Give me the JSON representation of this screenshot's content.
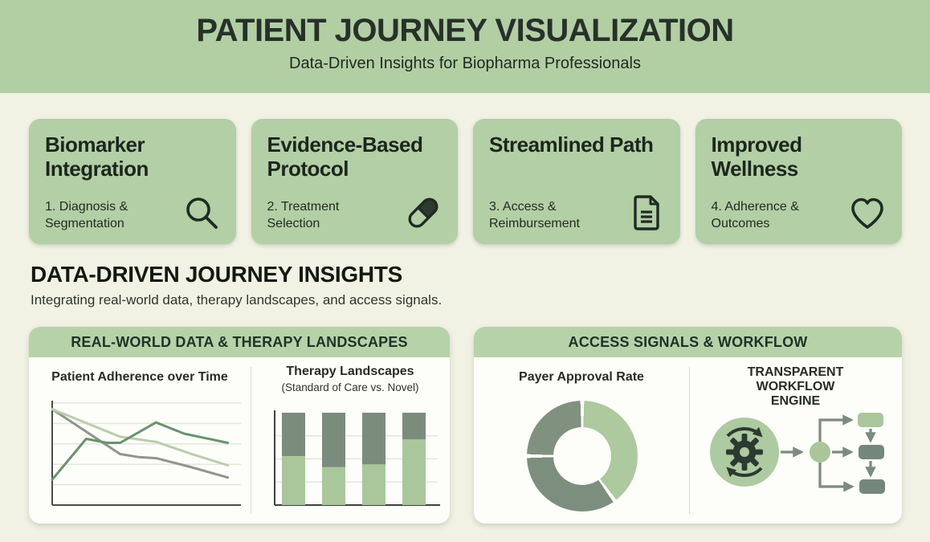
{
  "theme": {
    "page_bg": "#f1f2e4",
    "banner_green": "#b2cfa4",
    "card_green": "#b3cfa5",
    "panel_band_green": "#b6d2a9",
    "panel_bg": "#fdfdfa",
    "ink": "#1d271e",
    "chart_light_green": "#a9c79b",
    "chart_dark_sage": "#7b8c7d",
    "arrow_gray": "#7b8b7e"
  },
  "header": {
    "title": "PATIENT JOURNEY VISUALIZATION",
    "subtitle": "Data-Driven Insights for Biopharma Professionals"
  },
  "cards": [
    {
      "title": "Biomarker Integration",
      "subtitle": "1. Diagnosis & Segmentation",
      "icon": "magnifier-icon"
    },
    {
      "title": "Evidence-Based Protocol",
      "subtitle": "2. Treatment Selection",
      "icon": "pill-icon"
    },
    {
      "title": "Streamlined Path",
      "subtitle": "3. Access & Reimbursement",
      "icon": "document-icon"
    },
    {
      "title": "Improved Wellness",
      "subtitle": "4. Adherence & Outcomes",
      "icon": "heart-icon"
    }
  ],
  "section": {
    "title": "DATA-DRIVEN JOURNEY INSIGHTS",
    "subtitle": "Integrating real-world data, therapy landscapes, and access signals."
  },
  "panels": [
    {
      "header": "REAL-WORLD DATA & THERAPY LANDSCAPES"
    },
    {
      "header": "ACCESS SIGNALS & WORKFLOW"
    }
  ],
  "chart_data": [
    {
      "type": "line",
      "title": "Patient Adherence over Time",
      "xlabel": "",
      "ylabel": "",
      "x_range": [
        0,
        100
      ],
      "ylim": [
        0,
        100
      ],
      "grid": true,
      "grid_values": [
        20,
        40,
        60,
        80,
        100
      ],
      "axis_labels_shown": false,
      "series": [
        {
          "name": "series-gray",
          "color": "#90948f",
          "points": [
            [
              0,
              94
            ],
            [
              36,
              50
            ],
            [
              46,
              47
            ],
            [
              55,
              46
            ],
            [
              74,
              37
            ],
            [
              93,
              27
            ]
          ]
        },
        {
          "name": "series-light-green",
          "color": "#b9cdaa",
          "points": [
            [
              0,
              94
            ],
            [
              36,
              67
            ],
            [
              55,
              62
            ],
            [
              74,
              50
            ],
            [
              93,
              39
            ]
          ]
        },
        {
          "name": "series-dark-green",
          "color": "#67936c",
          "points": [
            [
              0,
              25
            ],
            [
              18,
              65
            ],
            [
              29,
              61
            ],
            [
              36,
              61
            ],
            [
              55,
              81
            ],
            [
              70,
              70
            ],
            [
              93,
              61
            ]
          ]
        }
      ]
    },
    {
      "type": "bar",
      "stacked": true,
      "title": "Therapy Landscapes",
      "subtitle": "(Standard of Care vs. Novel)",
      "categories": [
        "",
        "",
        "",
        ""
      ],
      "ylim": [
        0,
        100
      ],
      "grid_values": [
        25,
        50,
        75
      ],
      "series": [
        {
          "name": "Novel",
          "color": "#a9c79b",
          "values": [
            53,
            41,
            44,
            71
          ]
        },
        {
          "name": "Standard of Care",
          "color": "#7b8c7d",
          "values": [
            47,
            59,
            56,
            29
          ]
        }
      ]
    },
    {
      "type": "donut",
      "title": "Payer Approval Rate",
      "values": [
        40,
        35,
        25
      ],
      "colors": [
        "#adc99e",
        "#7c8f7f",
        "#81917f"
      ],
      "gap_deg": 2,
      "hole_ratio": 0.52
    }
  ],
  "workflow": {
    "title": "TRANSPARENT WORKFLOW ENGINE",
    "engine_circle_color": "#adcaa0",
    "node_color": "#a9c69b",
    "box_colors": [
      "#a9c79b",
      "#74877a",
      "#74877a"
    ],
    "arrow_color": "#7b8b7e"
  }
}
